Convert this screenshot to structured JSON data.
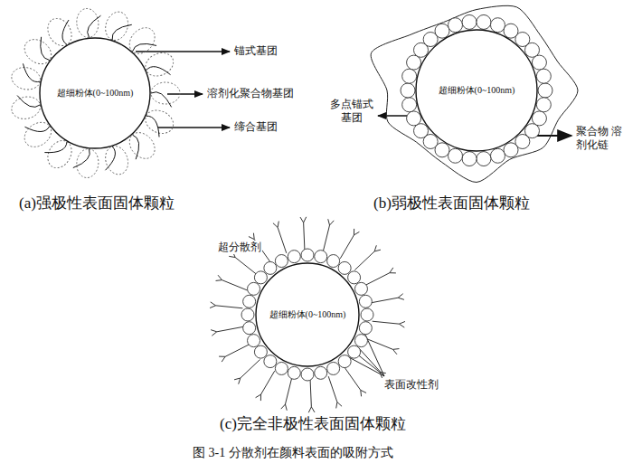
{
  "diagram": {
    "caption": "图 3-1 分散剂在颜料表面的吸附方式",
    "nodes": [
      {
        "text": [
          "超细粉体(0~100nm)"
        ]
      },
      {
        "text": [
          "超细粉体(0~100nm)"
        ]
      },
      {
        "text": [
          "超细粉体(0~100nm)"
        ]
      }
    ],
    "edges": [],
    "labels": [
      "锚式基团",
      "溶剂化聚合物基团",
      "缔合基团",
      "(a)强极性表面固体颗粒",
      "多点锚式 基团",
      "聚合物 溶剂化链",
      "(b)弱极性表面固体颗粒",
      "超分散剂",
      "表面改性剂",
      "(c)完全非极性表面固体颗粒"
    ]
  }
}
